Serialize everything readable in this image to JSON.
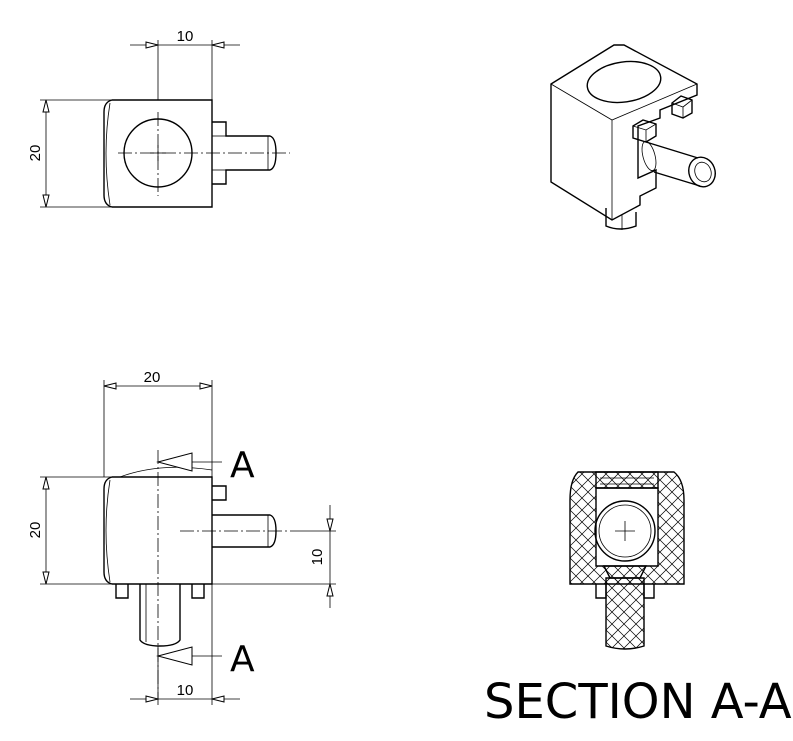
{
  "top_view": {
    "dim_width": "10",
    "dim_height": "20"
  },
  "front_view": {
    "dim_width": "20",
    "dim_height": "20",
    "dim_pin": "10",
    "dim_bottom": "10",
    "section_letter_top": "A",
    "section_letter_bottom": "A"
  },
  "section_view": {
    "title": "SECTION A-A"
  }
}
